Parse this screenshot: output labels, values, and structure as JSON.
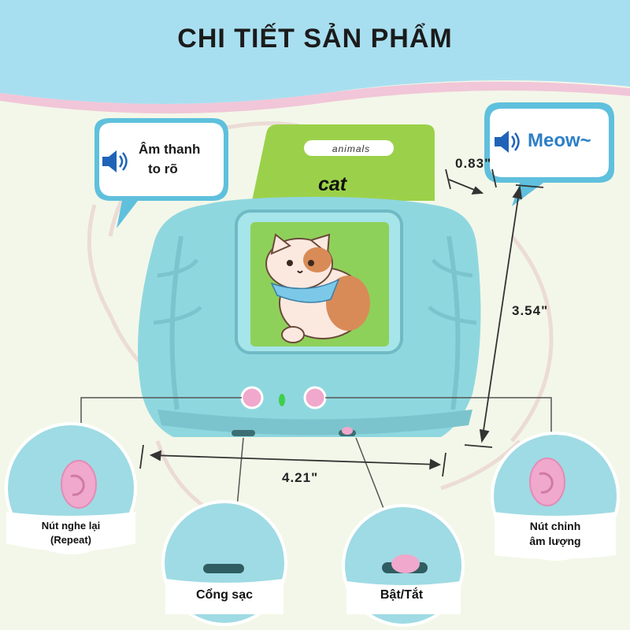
{
  "title": "CHI TIẾT SẢN PHẨM",
  "bubble_left": {
    "line1": "Âm thanh",
    "line2": "to rõ"
  },
  "bubble_right": {
    "text": "Meow~"
  },
  "card": {
    "category": "animals",
    "word": "cat"
  },
  "dimensions": {
    "depth": "0.83\"",
    "height": "3.54\"",
    "width": "4.21\""
  },
  "callouts": {
    "repeat": {
      "line1": "Nút nghe lại",
      "line2": "(Repeat)"
    },
    "charge": "Cổng sạc",
    "power": "Bật/Tắt",
    "volume": {
      "line1": "Nút chỉnh",
      "line2": "âm lượng"
    }
  },
  "colors": {
    "device": "#8fd7df",
    "card": "#9bd14a",
    "bubble": "#5fc0dd",
    "button": "#f0a8cc",
    "header": "#a8dff0"
  }
}
